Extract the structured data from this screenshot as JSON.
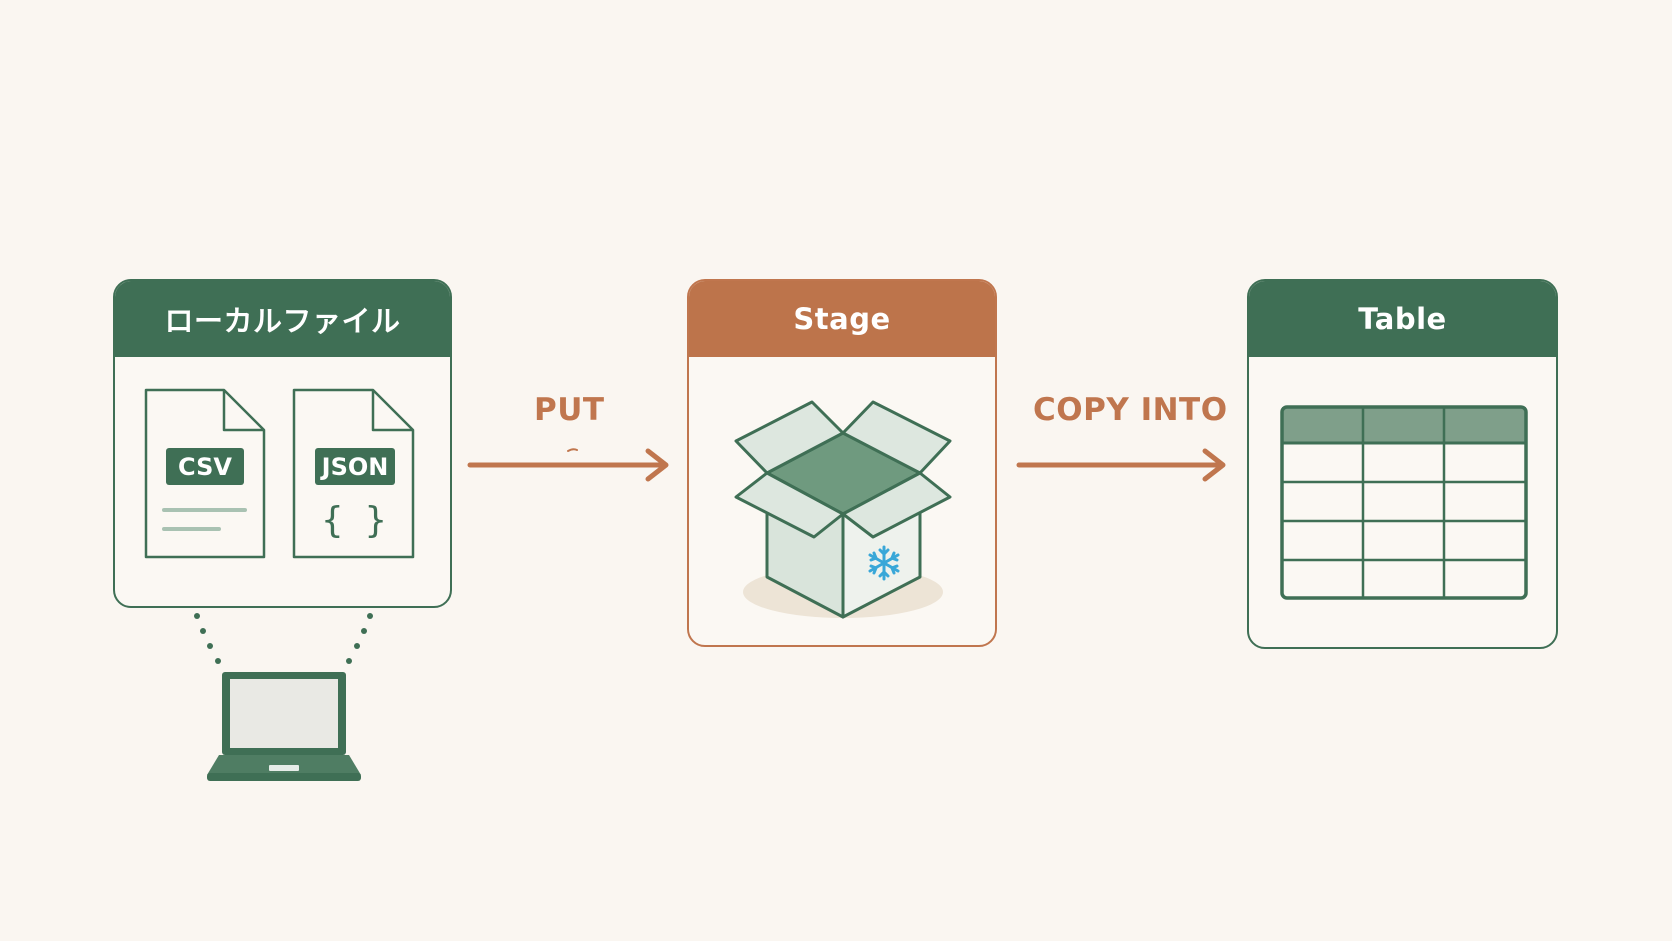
{
  "panels": {
    "local": {
      "title": "ローカルファイル"
    },
    "stage": {
      "title": "Stage"
    },
    "table": {
      "title": "Table"
    }
  },
  "files": {
    "csv": {
      "tag": "CSV"
    },
    "json": {
      "tag": "JSON",
      "braces": "{ }"
    }
  },
  "operations": {
    "put": "PUT",
    "copy_into": "COPY INTO"
  },
  "icons": {
    "box": "open-box-icon",
    "snowflake": "snowflake-icon",
    "laptop": "laptop-icon",
    "table": "table-grid-icon"
  },
  "colors": {
    "green": "#3f6f55",
    "orange": "#c0764e",
    "snowflake": "#39a7d8",
    "background": "#faf6f1"
  }
}
